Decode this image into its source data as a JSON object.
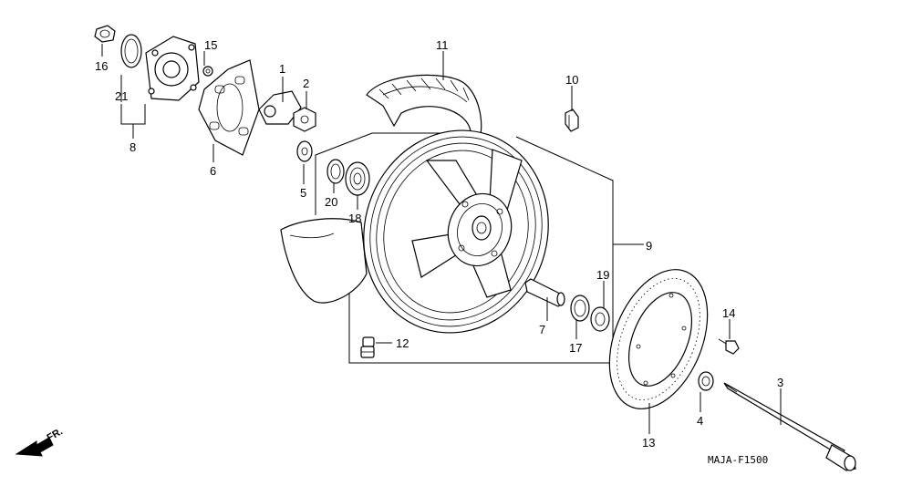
{
  "diagram_code": "MAJA-F1500",
  "direction_label": "FR.",
  "callouts": [
    "1",
    "2",
    "3",
    "4",
    "5",
    "6",
    "7",
    "8",
    "9",
    "10",
    "11",
    "12",
    "13",
    "14",
    "15",
    "16",
    "17",
    "18",
    "19",
    "20",
    "21"
  ]
}
